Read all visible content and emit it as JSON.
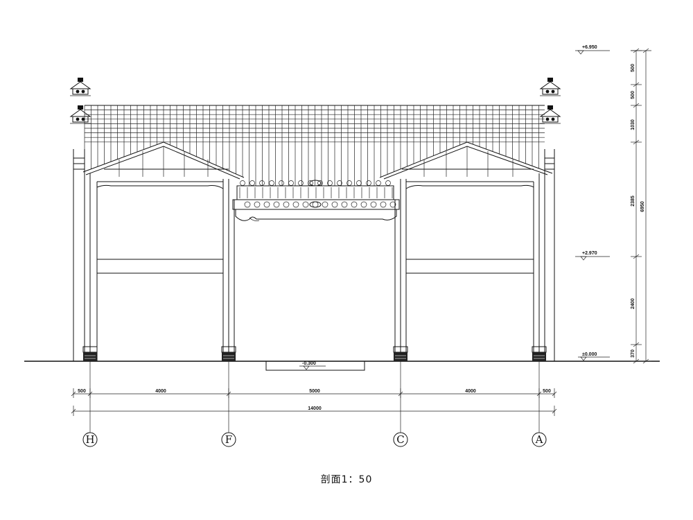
{
  "title": "剖面1：50",
  "levels": [
    {
      "id": "top",
      "label": "+6.950"
    },
    {
      "id": "mid",
      "label": "+2.970"
    },
    {
      "id": "ground",
      "label": "±0.000"
    },
    {
      "id": "pit",
      "label": "-0.300"
    }
  ],
  "vertical_dims": [
    "500",
    "500",
    "1030",
    "2385",
    "2400",
    "370"
  ],
  "vertical_total": "6950",
  "horizontal_dims": [
    "500",
    "4000",
    "5000",
    "4000",
    "500"
  ],
  "horizontal_total": "14000",
  "axes": [
    "H",
    "F",
    "C",
    "A"
  ]
}
